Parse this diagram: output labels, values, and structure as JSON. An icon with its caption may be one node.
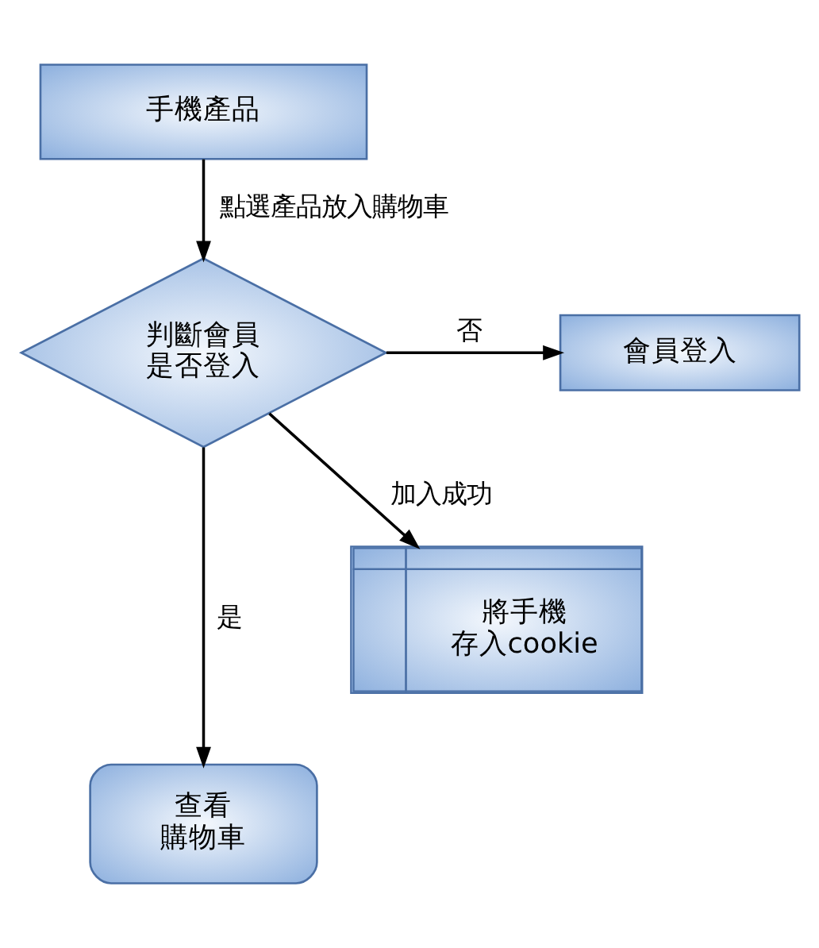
{
  "diagram": {
    "nodes": [
      {
        "text": [
          "手機產品"
        ]
      },
      {
        "text": [
          "判斷會員是否登入"
        ]
      },
      {
        "text": [
          "會員登入"
        ]
      },
      {
        "text": [
          "將手機存入cookie"
        ]
      },
      {
        "text": [
          "查看購物車"
        ]
      }
    ],
    "edges": [
      {
        "from": 0,
        "to": 1,
        "arrow": "to",
        "label": "點選產品放入購物車"
      },
      {
        "from": 1,
        "to": 2,
        "arrow": "to",
        "label": "否"
      },
      {
        "from": 1,
        "to": 4,
        "arrow": "to",
        "label": "是"
      },
      {
        "from": 1,
        "to": 3,
        "arrow": "to",
        "label": "加入成功"
      }
    ]
  }
}
